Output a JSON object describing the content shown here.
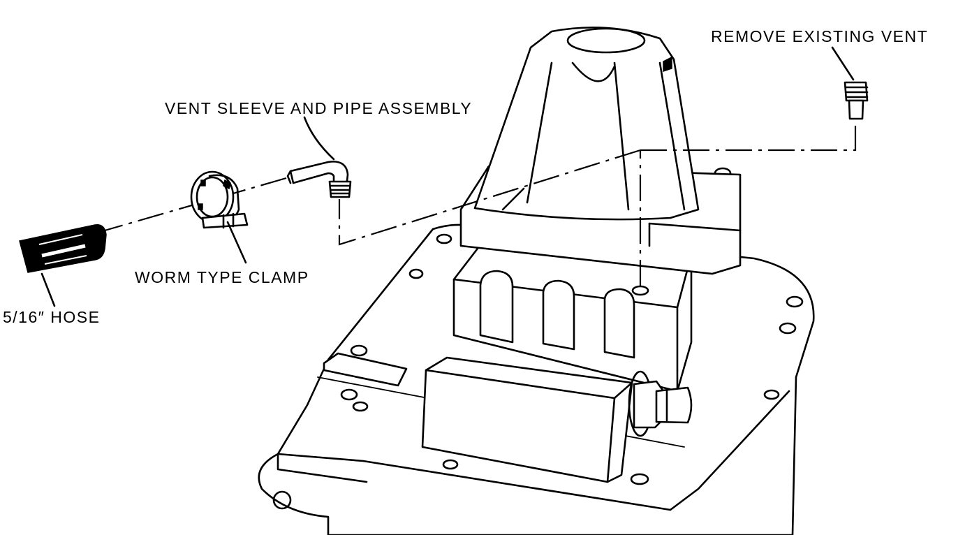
{
  "labels": {
    "remove_vent": "REMOVE EXISTING VENT",
    "vent_sleeve": "VENT SLEEVE AND PIPE ASSEMBLY",
    "worm_clamp": "WORM TYPE CLAMP",
    "hose": "5/16″ HOSE"
  },
  "colors": {
    "ink": "#000000",
    "paper": "#ffffff"
  }
}
